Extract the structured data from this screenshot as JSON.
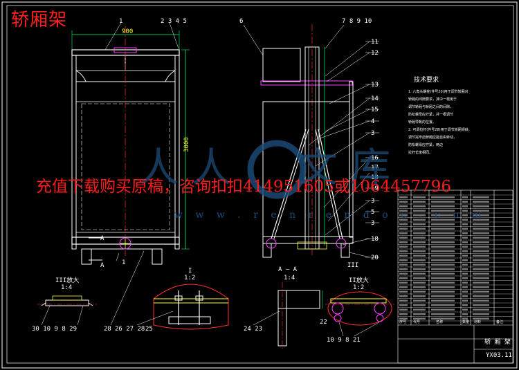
{
  "drawing": {
    "title": "轿厢架",
    "promo": "充值下载购买原稿，咨询扣扣414951605或1064457796",
    "watermark_url": "w w w . r e n r e n d o c . c o m",
    "colors": {
      "background": "#000000",
      "frame": "#ffffff",
      "dims": "#00ff66",
      "center": "#ff3030",
      "detail": "#ffff33",
      "parts": "#ff40ff",
      "title": "#ff2020"
    },
    "callouts": {
      "top_left": "1",
      "top_left2": "2 3 4 5",
      "side_top": "6",
      "side_top2": "7 8 9 10",
      "right": [
        "11",
        "12",
        "13",
        "14",
        "15",
        "4",
        "3",
        "16",
        "17",
        "18",
        "19",
        "3",
        "5",
        "3",
        "18",
        "20"
      ],
      "side_bottom": "III",
      "bottom_1": "1",
      "bottom_a": "A",
      "bottom_a2": "A",
      "bottom_28": "28",
      "bottom_left_group": "30 10 9 8 29",
      "bottom_mid_group": "26 27 28",
      "bottom_25": "25",
      "bottom_24": "24 23",
      "bottom_22": "22",
      "bottom_right_group": "10 9 8 21"
    },
    "views": {
      "detail_3": {
        "label": "III放大",
        "scale": "1:4"
      },
      "detail_1": {
        "label": "I",
        "scale": "1:2"
      },
      "section_aa": {
        "label": "A — A",
        "scale": "1:4"
      },
      "detail_2": {
        "label": "II放大",
        "scale": "1:2"
      }
    },
    "tech_req": {
      "heading": "技术要求",
      "lines": [
        "1. 六角头螺栓(件号20)用于调节轿厢对",
        "   轿厢的间隙要求，其中一根用于",
        "   调节轿厢与轿厢之间的间隙，",
        "   防松螺母应拧紧，并一根调节",
        "   轿厢导靴的位置。",
        "2. 可调拉杆(件号28)用于调节轿厢倾斜，",
        "   调节完毕后轿厢应能自由转动，",
        "   防松螺母应拧紧，两边",
        "   拉杆长度相同。"
      ]
    },
    "title_block": {
      "name": "轿 厢 架",
      "rev": "YX03.11",
      "header": [
        "序号",
        "代号",
        "名称",
        "数量",
        "材料",
        "备注"
      ]
    }
  }
}
